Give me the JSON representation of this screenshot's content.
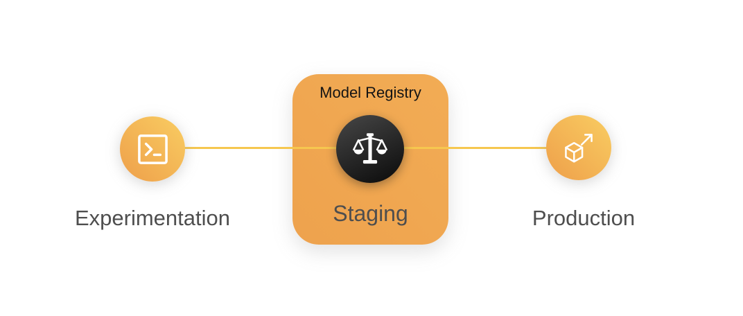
{
  "diagram": {
    "kind": "mlops-pipeline-flow",
    "nodes": {
      "experimentation": {
        "label": "Experimentation",
        "icon": "terminal-icon"
      },
      "registry": {
        "title": "Model Registry",
        "stage_label": "Staging",
        "icon": "scales-icon"
      },
      "production": {
        "label": "Production",
        "icon": "cube-arrow-icon"
      }
    },
    "connections": [
      {
        "from": "experimentation",
        "to": "registry"
      },
      {
        "from": "registry",
        "to": "production"
      }
    ],
    "colors": {
      "background": "#FFFFFF",
      "node_gradient_start": "#F9CD62",
      "node_gradient_end": "#EE9F4A",
      "registry_box_fill": "#F0A751",
      "connector_line": "#F6C74F",
      "dark_badge_start": "#474747",
      "dark_badge_end": "#0A0A0A",
      "stage_label_text": "#4E4E4E",
      "registry_title_text": "#141414",
      "icon_stroke": "#FFFFFF"
    }
  }
}
